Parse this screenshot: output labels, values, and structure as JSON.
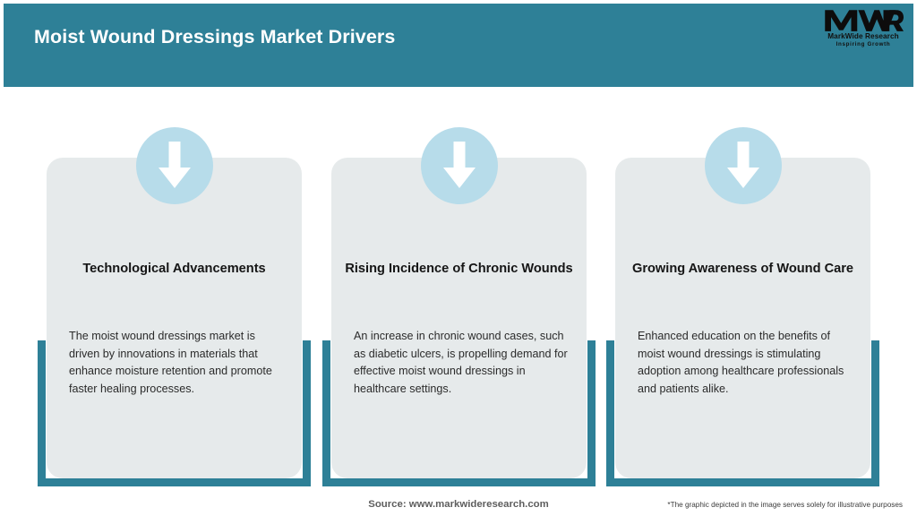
{
  "header": {
    "title": "Moist Wound Dressings Market Drivers",
    "bar_color": "#2e8097"
  },
  "logo": {
    "mark": "MWR",
    "name": "MarkWide Research",
    "tagline": "Inspiring Growth"
  },
  "cards": [
    {
      "icon": "down-arrow-icon",
      "title": "Technological Advancements",
      "body": "The moist wound dressings market is driven by innovations in materials that enhance moisture retention and promote faster healing processes."
    },
    {
      "icon": "down-arrow-icon",
      "title": "Rising Incidence of Chronic Wounds",
      "body": "An increase in chronic wound cases, such as diabetic ulcers, is propelling demand for effective moist wound dressings in healthcare settings."
    },
    {
      "icon": "down-arrow-icon",
      "title": "Growing Awareness of Wound Care",
      "body": "Enhanced education on the benefits of moist wound dressings is stimulating adoption among healthcare professionals and patients alike."
    }
  ],
  "footer": {
    "source": "Source: www.markwideresearch.com",
    "disclaimer": "*The graphic depicted in the image serves solely for illustrative purposes"
  },
  "colors": {
    "teal": "#2e8097",
    "card_fill": "#e6eaeb",
    "circle_fill": "#b7dcea",
    "arrow_fill": "#ffffff"
  }
}
